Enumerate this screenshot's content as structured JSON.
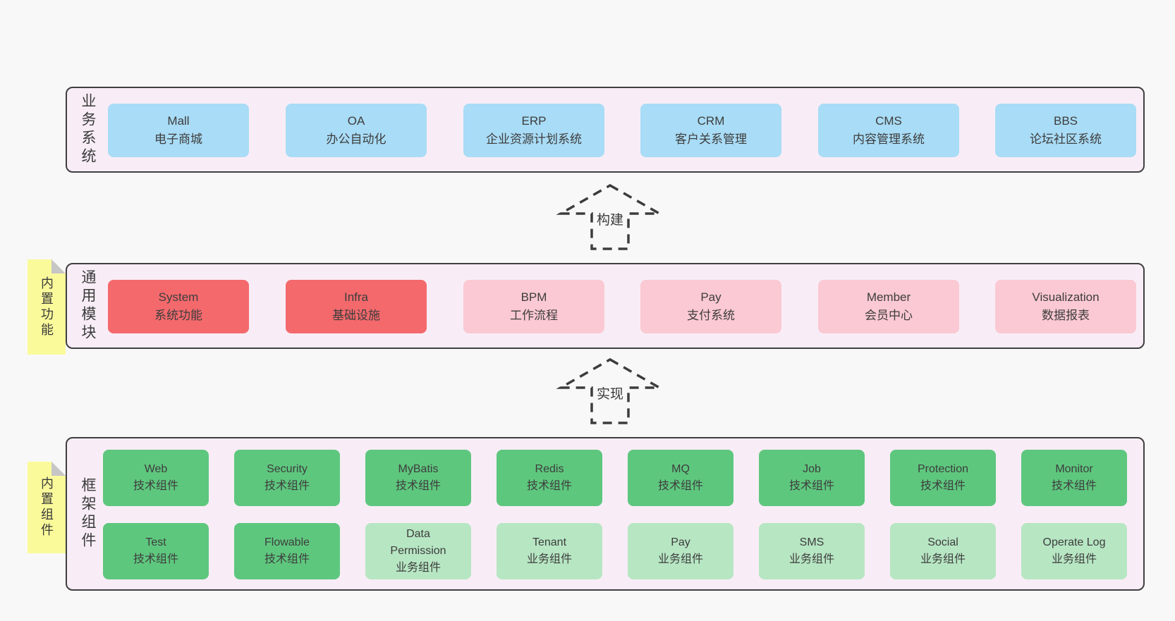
{
  "colors": {
    "page_bg": "#f8f8f8",
    "panel_bg": "#f8edf6",
    "panel_border": "#3f3f3f",
    "box_blue": "#a9dcf6",
    "box_red": "#f4696c",
    "box_pink": "#fbc9d3",
    "box_green": "#5ec77e",
    "box_light_green": "#b7e6c3",
    "tag_yellow": "#fafa9b",
    "fold_gray": "#c6c6c6",
    "text": "#3d3d3d"
  },
  "sections": {
    "business": {
      "label": "业务系统",
      "boxes": [
        {
          "en": "Mall",
          "zh": "电子商城"
        },
        {
          "en": "OA",
          "zh": "办公自动化"
        },
        {
          "en": "ERP",
          "zh": "企业资源计划系统"
        },
        {
          "en": "CRM",
          "zh": "客户关系管理"
        },
        {
          "en": "CMS",
          "zh": "内容管理系统"
        },
        {
          "en": "BBS",
          "zh": "论坛社区系统"
        }
      ]
    },
    "modules": {
      "label": "通用模块",
      "tag": "内置功能",
      "boxes": [
        {
          "en": "System",
          "zh": "系统功能"
        },
        {
          "en": "Infra",
          "zh": "基础设施"
        },
        {
          "en": "BPM",
          "zh": "工作流程"
        },
        {
          "en": "Pay",
          "zh": "支付系统"
        },
        {
          "en": "Member",
          "zh": "会员中心"
        },
        {
          "en": "Visualization",
          "zh": "数据报表"
        }
      ]
    },
    "components": {
      "label": "框架组件",
      "tag": "内置组件",
      "row1": [
        {
          "en": "Web",
          "zh": "技术组件"
        },
        {
          "en": "Security",
          "zh": "技术组件"
        },
        {
          "en": "MyBatis",
          "zh": "技术组件"
        },
        {
          "en": "Redis",
          "zh": "技术组件"
        },
        {
          "en": "MQ",
          "zh": "技术组件"
        },
        {
          "en": "Job",
          "zh": "技术组件"
        },
        {
          "en": "Protection",
          "zh": "技术组件"
        },
        {
          "en": "Monitor",
          "zh": "技术组件"
        }
      ],
      "row2": [
        {
          "en": "Test",
          "zh": "技术组件"
        },
        {
          "en": "Flowable",
          "zh": "技术组件"
        },
        {
          "en": "Data Permission",
          "zh": "业务组件"
        },
        {
          "en": "Tenant",
          "zh": "业务组件"
        },
        {
          "en": "Pay",
          "zh": "业务组件"
        },
        {
          "en": "SMS",
          "zh": "业务组件"
        },
        {
          "en": "Social",
          "zh": "业务组件"
        },
        {
          "en": "Operate Log",
          "zh": "业务组件"
        }
      ]
    }
  },
  "arrows": {
    "build": "构建",
    "implement": "实现"
  }
}
